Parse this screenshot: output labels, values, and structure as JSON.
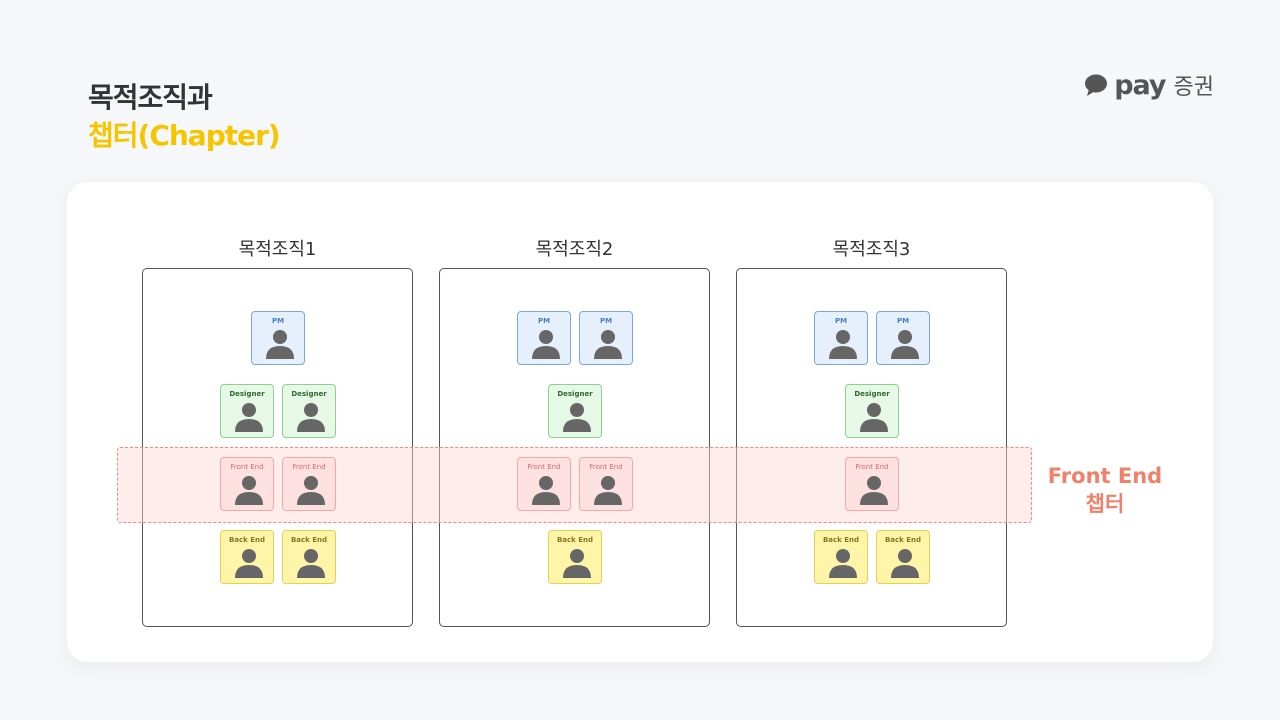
{
  "header": {
    "title_line1": "목적조직과",
    "title_line2": "챕터(Chapter)",
    "brand_word": "pay",
    "brand_sub": "증권"
  },
  "colors": {
    "title_accent": "#f7c500",
    "chapter_accent": "#f0806a",
    "pm_bg": "#e6f0fc",
    "designer_bg": "#e6f8e6",
    "frontend_bg": "#fde1e1",
    "backend_bg": "#fff5a8",
    "person_icon": "#666666"
  },
  "orgs": [
    {
      "label": "목적조직1"
    },
    {
      "label": "목적조직2"
    },
    {
      "label": "목적조직3"
    }
  ],
  "roles": {
    "pm": "PM",
    "designer": "Designer",
    "frontend": "Front End",
    "backend": "Back End"
  },
  "chapter": {
    "line1": "Front End",
    "line2": "챕터"
  },
  "icons": {
    "brand": "speech-bubble-icon",
    "person": "person-icon"
  }
}
